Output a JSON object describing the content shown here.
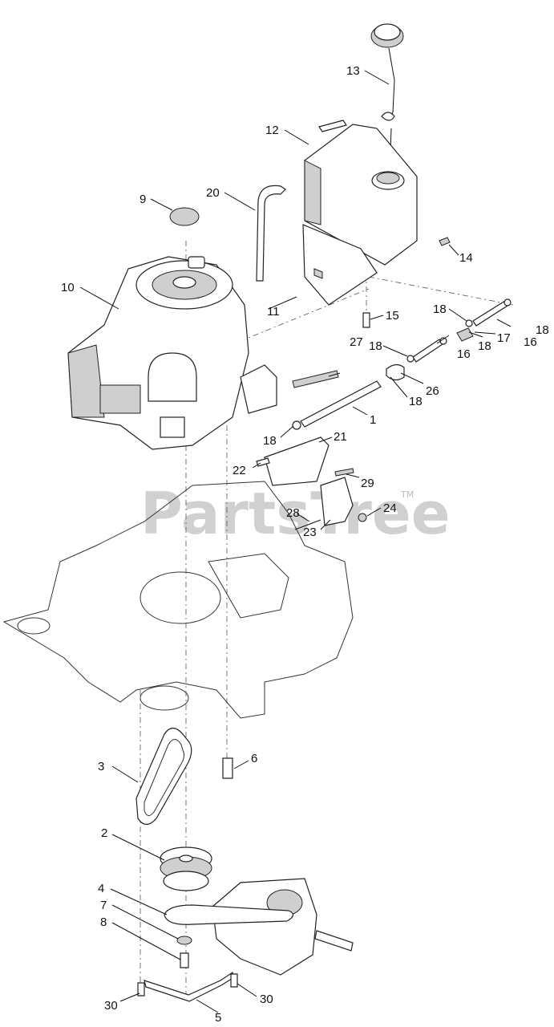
{
  "watermark": {
    "text": "PartsTree",
    "tm": "TM"
  },
  "callouts": [
    {
      "id": "13",
      "label": "13"
    },
    {
      "id": "12",
      "label": "12"
    },
    {
      "id": "20",
      "label": "20"
    },
    {
      "id": "9",
      "label": "9"
    },
    {
      "id": "14",
      "label": "14"
    },
    {
      "id": "10",
      "label": "10"
    },
    {
      "id": "11",
      "label": "11"
    },
    {
      "id": "15",
      "label": "15"
    },
    {
      "id": "18a",
      "label": "18"
    },
    {
      "id": "18b",
      "label": "18"
    },
    {
      "id": "16a",
      "label": "16"
    },
    {
      "id": "18c",
      "label": "18"
    },
    {
      "id": "17",
      "label": "17"
    },
    {
      "id": "18d",
      "label": "18"
    },
    {
      "id": "16b",
      "label": "16"
    },
    {
      "id": "27",
      "label": "27"
    },
    {
      "id": "26",
      "label": "26"
    },
    {
      "id": "18e",
      "label": "18"
    },
    {
      "id": "1",
      "label": "1"
    },
    {
      "id": "18f",
      "label": "18"
    },
    {
      "id": "21",
      "label": "21"
    },
    {
      "id": "22",
      "label": "22"
    },
    {
      "id": "29",
      "label": "29"
    },
    {
      "id": "24",
      "label": "24"
    },
    {
      "id": "28",
      "label": "28"
    },
    {
      "id": "23",
      "label": "23"
    },
    {
      "id": "6",
      "label": "6"
    },
    {
      "id": "3",
      "label": "3"
    },
    {
      "id": "2",
      "label": "2"
    },
    {
      "id": "4",
      "label": "4"
    },
    {
      "id": "7",
      "label": "7"
    },
    {
      "id": "8",
      "label": "8"
    },
    {
      "id": "30a",
      "label": "30"
    },
    {
      "id": "30b",
      "label": "30"
    },
    {
      "id": "5",
      "label": "5"
    }
  ]
}
